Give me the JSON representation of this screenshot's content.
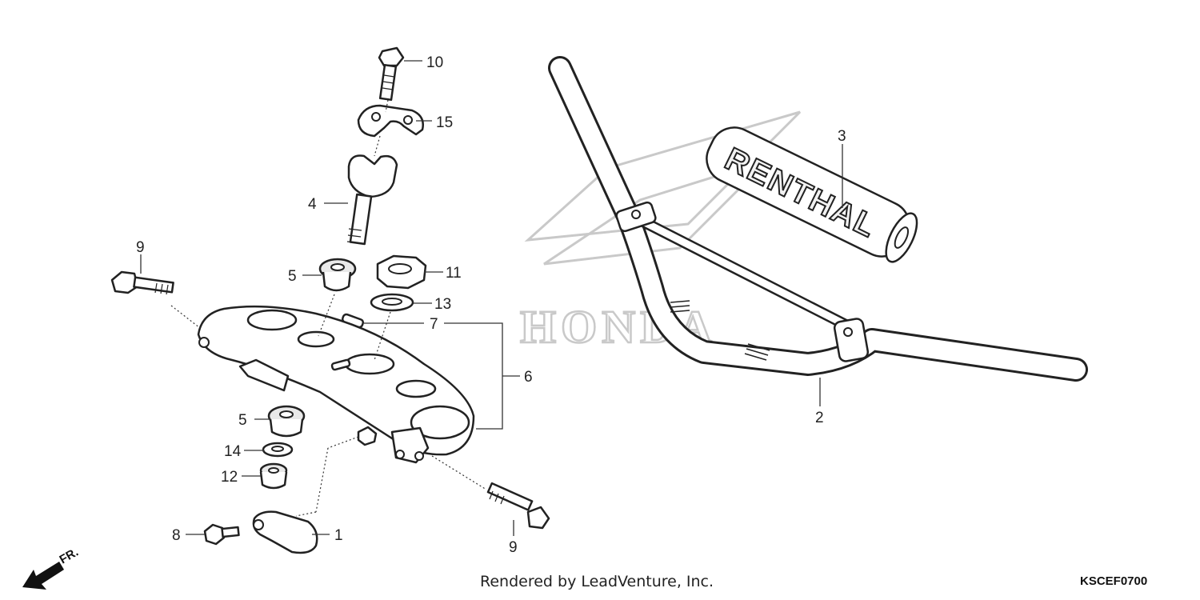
{
  "callouts": {
    "c1": "1",
    "c2": "2",
    "c3": "3",
    "c4": "4",
    "c5a": "5",
    "c5b": "5",
    "c6": "6",
    "c7": "7",
    "c8": "8",
    "c9a": "9",
    "c9b": "9",
    "c10": "10",
    "c11": "11",
    "c12": "12",
    "c13": "13",
    "c14": "14",
    "c15": "15"
  },
  "grip_text": "RENTHAL",
  "watermark_text": "HONDA",
  "direction_label": "FR.",
  "footer": {
    "credit": "Rendered by LeadVenture, Inc.",
    "diagram_code": "KSCEF0700"
  },
  "colors": {
    "line": "#222222",
    "watermark": "#c9c9c9",
    "background": "#ffffff"
  },
  "icons": {
    "front_direction": "arrow-down-left-icon"
  }
}
